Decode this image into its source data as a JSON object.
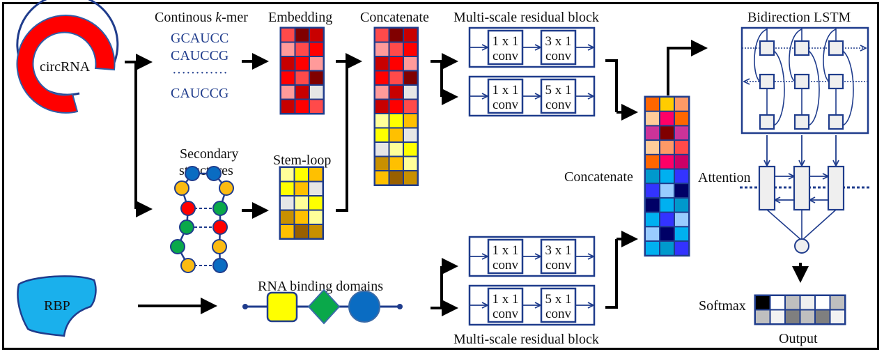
{
  "figure": {
    "circrna_label": "circRNA",
    "kmer_title_prefix": "Continous ",
    "kmer_title_k": "k",
    "kmer_title_suffix": "-mer",
    "kmer_sequences": [
      "GCAUCC",
      "CAUCCG",
      "············",
      "CAUCCG"
    ],
    "embedding_label": "Embedding",
    "concatenate_top_label": "Concatenate",
    "secondary_label_line1": "Secondary",
    "secondary_label_line2": "structures",
    "stemloop_label": "Stem-loop",
    "rbp_label": "RBP",
    "rbd_label": "RNA binding domains",
    "msrb_top_label": "Multi-scale residual block",
    "msrb_bottom_label": "Multi-scale residual block",
    "conv_blocks": [
      {
        "a_line1": "1 x 1",
        "a_line2": "conv",
        "b_line1": "3 x 1",
        "b_line2": "conv"
      },
      {
        "a_line1": "1 x 1",
        "a_line2": "conv",
        "b_line1": "5 x 1",
        "b_line2": "conv"
      },
      {
        "a_line1": "1 x 1",
        "a_line2": "conv",
        "b_line1": "3 x 1",
        "b_line2": "conv"
      },
      {
        "a_line1": "1 x 1",
        "a_line2": "conv",
        "b_line1": "5 x 1",
        "b_line2": "conv"
      }
    ],
    "concatenate_mid_label": "Concatenate",
    "bilstm_label": "Bidirection LSTM",
    "attention_label": "Attention",
    "softmax_label": "Softmax",
    "output_label": "Output"
  },
  "colors": {
    "blue_outline": "#1f3c8c",
    "circ_red": "#ff0000",
    "rbp_fill": "#1ab0ec",
    "node_blue": "#0a6cc2",
    "node_orange": "#fbbb12",
    "node_red": "#ff0000",
    "node_green": "#0aa84a",
    "domain_yellow": "#ffff00",
    "domain_green": "#0aa84a",
    "domain_blue": "#0a6cc2",
    "lstm_cell": "#efefef"
  },
  "matrices": {
    "embedding": [
      [
        "#ff4a4a",
        "#800000",
        "#c80000"
      ],
      [
        "#ff9a9a",
        "#ff4a4a",
        "#ff0000"
      ],
      [
        "#c80000",
        "#ff0000",
        "#ff9a9a"
      ],
      [
        "#ff0000",
        "#ff4a4a",
        "#800000"
      ],
      [
        "#ff9a9a",
        "#c80000",
        "#e6e6e6"
      ],
      [
        "#c80000",
        "#ff0000",
        "#ff4a4a"
      ]
    ],
    "stemloop": [
      [
        "#ffff99",
        "#ffff00",
        "#ffc000"
      ],
      [
        "#ffff00",
        "#ffc000",
        "#e6e6e6"
      ],
      [
        "#e6e6e6",
        "#ffff99",
        "#ffff00"
      ],
      [
        "#c89000",
        "#ffc000",
        "#ffff99"
      ],
      [
        "#ffc000",
        "#996000",
        "#c89000"
      ]
    ],
    "final_concat": [
      [
        "#ff6600",
        "#ffcc00",
        "#ff9966"
      ],
      [
        "#ffcc99",
        "#ff0066",
        "#ff6600"
      ],
      [
        "#cc3399",
        "#800000",
        "#cc3399"
      ],
      [
        "#ffcc99",
        "#ff9966",
        "#ff4a4a"
      ],
      [
        "#ff6600",
        "#ff0066",
        "#cc0066"
      ],
      [
        "#0099cc",
        "#00b0f0",
        "#3333ff"
      ],
      [
        "#3333ff",
        "#99ccff",
        "#000066"
      ],
      [
        "#000066",
        "#00b0f0",
        "#0099cc"
      ],
      [
        "#00b0f0",
        "#3333ff",
        "#99ccff"
      ],
      [
        "#99ccff",
        "#000066",
        "#00b0f0"
      ],
      [
        "#00b0f0",
        "#0099cc",
        "#3333ff"
      ]
    ],
    "softmax": [
      [
        "#000000",
        "#ffffff",
        "#bfbfbf",
        "#efefef",
        "#ffffff",
        "#bfbfbf"
      ],
      [
        "#bfbfbf",
        "#f2f2f2",
        "#7f7f7f",
        "#bfbfbf",
        "#7f7f7f",
        "#f2f2f2"
      ]
    ]
  }
}
